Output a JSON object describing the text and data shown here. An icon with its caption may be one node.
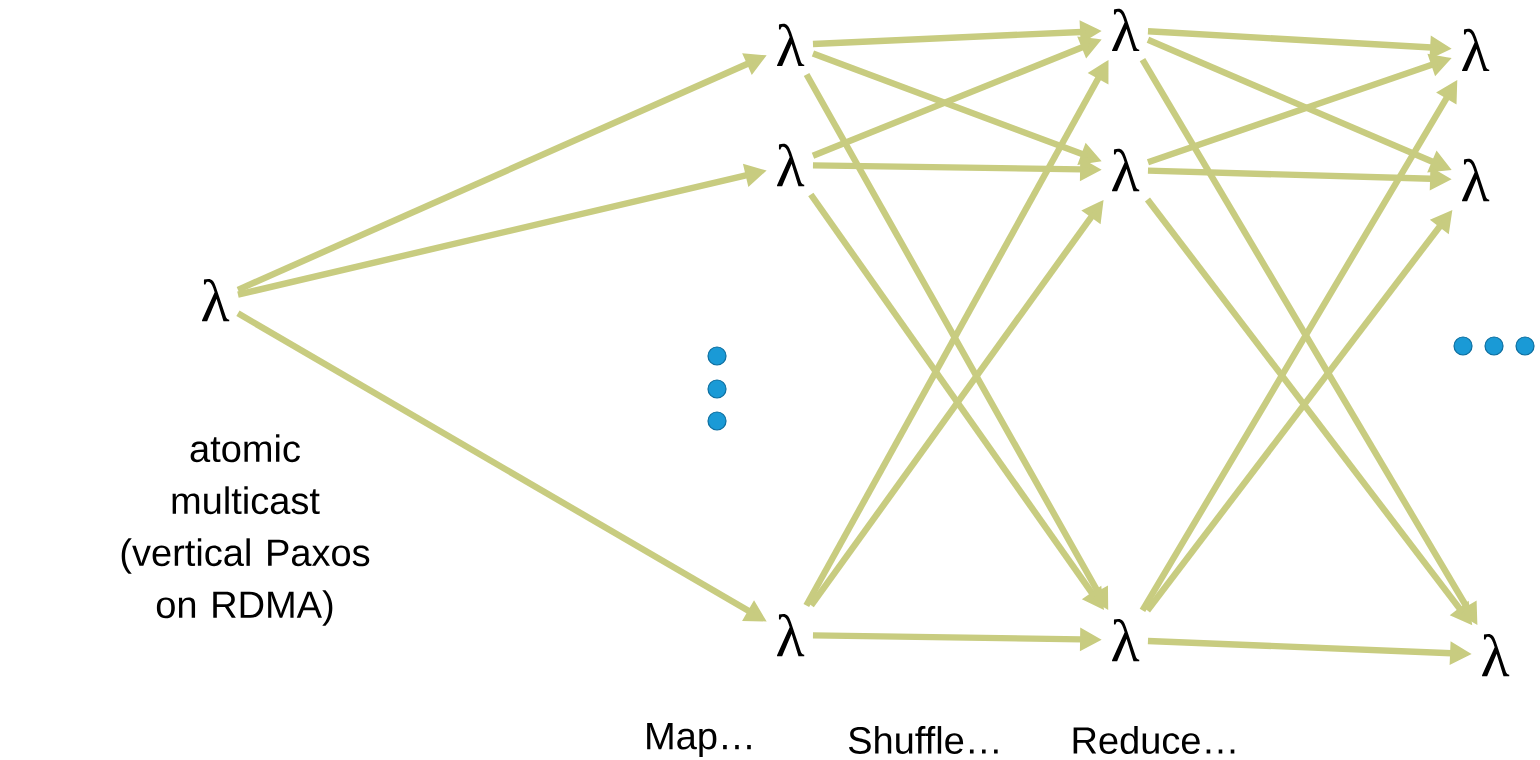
{
  "diagram": {
    "nodes": [
      {
        "text": [
          "λ"
        ]
      },
      {
        "text": [
          "λ"
        ]
      },
      {
        "text": [
          "λ"
        ]
      },
      {
        "text": [
          "λ"
        ]
      },
      {
        "text": [
          "λ"
        ]
      },
      {
        "text": [
          "λ"
        ]
      },
      {
        "text": [
          "λ"
        ]
      },
      {
        "text": [
          "λ"
        ]
      },
      {
        "text": [
          "λ"
        ]
      },
      {
        "text": [
          "λ"
        ]
      }
    ],
    "edges": [
      {
        "from": 0,
        "to": 1,
        "arrow": "to"
      },
      {
        "from": 0,
        "to": 2,
        "arrow": "to"
      },
      {
        "from": 0,
        "to": 3,
        "arrow": "to"
      },
      {
        "from": 1,
        "to": 4,
        "arrow": "to"
      },
      {
        "from": 1,
        "to": 5,
        "arrow": "to"
      },
      {
        "from": 1,
        "to": 6,
        "arrow": "to"
      },
      {
        "from": 2,
        "to": 4,
        "arrow": "to"
      },
      {
        "from": 2,
        "to": 5,
        "arrow": "to"
      },
      {
        "from": 2,
        "to": 6,
        "arrow": "to"
      },
      {
        "from": 3,
        "to": 4,
        "arrow": "to"
      },
      {
        "from": 3,
        "to": 5,
        "arrow": "to"
      },
      {
        "from": 3,
        "to": 6,
        "arrow": "to"
      },
      {
        "from": 4,
        "to": 7,
        "arrow": "to"
      },
      {
        "from": 4,
        "to": 8,
        "arrow": "to"
      },
      {
        "from": 4,
        "to": 9,
        "arrow": "to"
      },
      {
        "from": 5,
        "to": 7,
        "arrow": "to"
      },
      {
        "from": 5,
        "to": 8,
        "arrow": "to"
      },
      {
        "from": 5,
        "to": 9,
        "arrow": "to"
      },
      {
        "from": 6,
        "to": 7,
        "arrow": "to"
      },
      {
        "from": 6,
        "to": 8,
        "arrow": "to"
      },
      {
        "from": 6,
        "to": 9,
        "arrow": "to"
      }
    ],
    "labels": [
      "atomic multicast (vertical Paxos on RDMA)",
      "Map…",
      "Shuffle…",
      "Reduce…"
    ]
  }
}
